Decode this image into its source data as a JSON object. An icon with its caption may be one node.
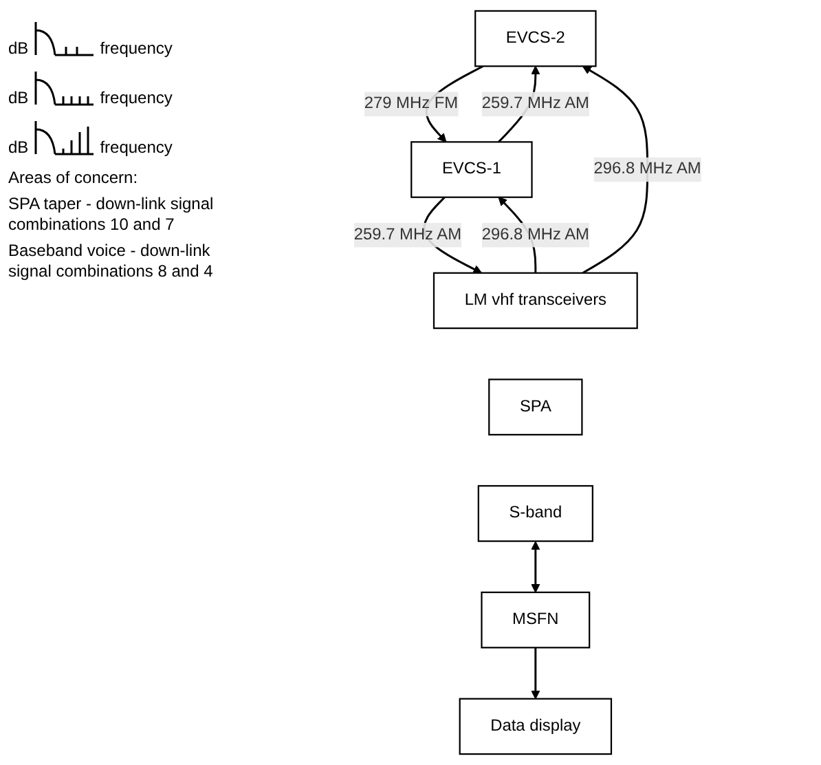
{
  "diagram": {
    "nodes": [
      {
        "text": [
          "EVCS-2"
        ]
      },
      {
        "text": [
          "EVCS-1"
        ]
      },
      {
        "text": [
          "LM vhf transceivers"
        ]
      },
      {
        "text": [
          "SPA"
        ]
      },
      {
        "text": [
          "S-band"
        ]
      },
      {
        "text": [
          "MSFN"
        ]
      },
      {
        "text": [
          "Data display"
        ]
      }
    ],
    "edges": [
      {
        "from": 0,
        "to": 1,
        "arrow": "to",
        "label": "279 MHz FM"
      },
      {
        "from": 1,
        "to": 0,
        "arrow": "to",
        "label": "259.7 MHz AM"
      },
      {
        "from": 2,
        "to": 0,
        "arrow": "to",
        "label": "296.8 MHz AM"
      },
      {
        "from": 2,
        "to": 1,
        "arrow": "to",
        "label": "296.8 MHz AM"
      },
      {
        "from": 1,
        "to": 2,
        "arrow": "to",
        "label": "259.7 MHz AM"
      },
      {
        "from": 4,
        "to": 5,
        "arrow": "both"
      },
      {
        "from": 5,
        "to": 6,
        "arrow": "to"
      }
    ],
    "labels": [
      "dB",
      "frequency",
      "dB",
      "frequency",
      "dB",
      "frequency",
      "Areas of concern:",
      "SPA taper - down-link signal combinations 10 and 7",
      "Baseband voice - down-link signal combinations 8 and 4"
    ]
  }
}
